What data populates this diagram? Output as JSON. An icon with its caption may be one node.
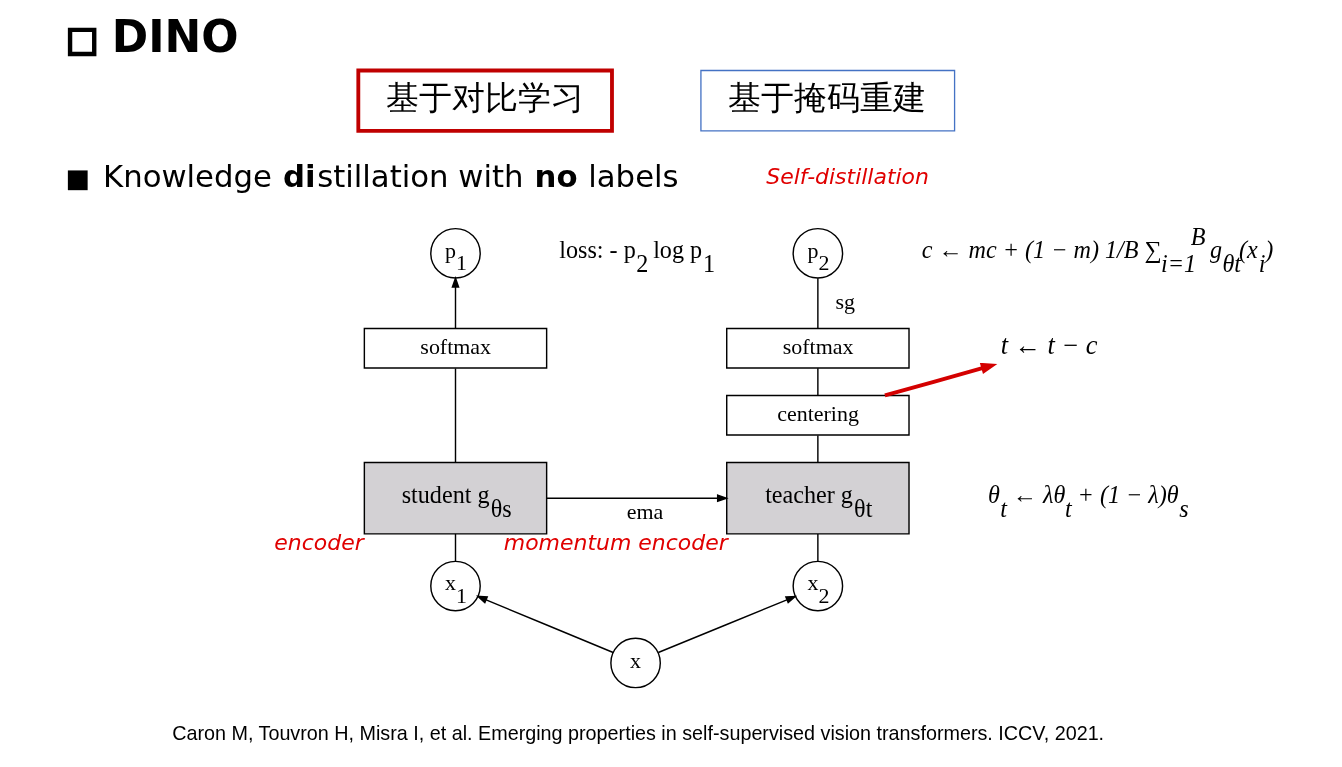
{
  "diagram": {
    "title": "DINO",
    "caption": "Caron M, Touvron H, Misra I, et al. Emerging properties in self-supervised vision transformers. ICCV, 2021.",
    "nodes": [
      {
        "text": [
          "基于对比学习"
        ]
      },
      {
        "text": [
          "基于掩码重建"
        ]
      },
      {
        "text": [
          "p$_{1}$"
        ]
      },
      {
        "text": [
          "p$_{2}$"
        ]
      },
      {
        "text": [
          "softmax"
        ]
      },
      {
        "text": [
          "softmax"
        ]
      },
      {
        "text": [
          "centering"
        ]
      },
      {
        "text": [
          "t ← t − c"
        ]
      },
      {
        "text": [
          "student g$_{θs}$"
        ],
        "beside": [
          "encoder"
        ]
      },
      {
        "text": [
          "teacher g$_{θt}$"
        ],
        "beside": [
          "momentum encoder"
        ]
      },
      {
        "text": [
          "x$_{1}$"
        ]
      },
      {
        "text": [
          "x$_{2}$"
        ]
      },
      {
        "text": [
          "x"
        ]
      }
    ],
    "edges": [
      {
        "from": 12,
        "to": 10,
        "arrow": "to"
      },
      {
        "from": 12,
        "to": 11,
        "arrow": "to"
      },
      {
        "from": 10,
        "to": 8,
        "arrow": "none"
      },
      {
        "from": 11,
        "to": 9,
        "arrow": "none"
      },
      {
        "from": 8,
        "to": 4,
        "arrow": "none"
      },
      {
        "from": 4,
        "to": 2,
        "arrow": "to"
      },
      {
        "from": 9,
        "to": 6,
        "arrow": "none"
      },
      {
        "from": 6,
        "to": 5,
        "arrow": "none"
      },
      {
        "from": 5,
        "to": 3,
        "arrow": "none",
        "label": "sg"
      },
      {
        "from": 8,
        "to": 9,
        "arrow": "to",
        "label": "ema"
      },
      {
        "from": 6,
        "to": 7,
        "arrow": "to",
        "style": "thick",
        "color": "#d40000"
      }
    ],
    "labels": [
      "Knowledge **di**stillation with **no** labels",
      "Self-distillation",
      "loss: - p$_{2}$ log p$_{1}$",
      "c ← mc + (1 − m) 1/B ∑$_{i=1}$$^{B}$ g$_{θt}$(x$_{i}$)",
      "θ$_{t}$ ← λθ$_{t}$ + (1 − λ)θ$_{s}$"
    ]
  }
}
